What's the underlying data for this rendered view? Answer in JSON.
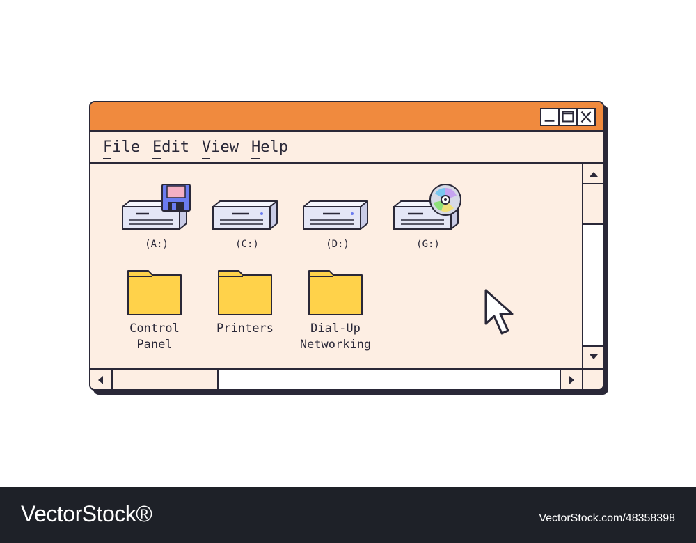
{
  "window": {
    "controls": {
      "minimize": "minimize-icon",
      "maximize": "maximize-icon",
      "close": "close-icon"
    }
  },
  "menu": {
    "items": [
      {
        "label": "File"
      },
      {
        "label": "Edit"
      },
      {
        "label": "View"
      },
      {
        "label": "Help"
      }
    ]
  },
  "drives": [
    {
      "label": "(A:)",
      "icon": "floppy-drive-icon"
    },
    {
      "label": "(C:)",
      "icon": "hard-drive-icon"
    },
    {
      "label": "(D:)",
      "icon": "hard-drive-icon"
    },
    {
      "label": "(G:)",
      "icon": "cd-drive-icon"
    }
  ],
  "folders": [
    {
      "label": "Control\nPanel",
      "icon": "folder-icon"
    },
    {
      "label": "Printers",
      "icon": "folder-icon"
    },
    {
      "label": "Dial-Up\nNetworking",
      "icon": "folder-icon"
    }
  ],
  "colors": {
    "titlebar": "#f08a3e",
    "window_bg": "#fdeee3",
    "outline": "#2a2838",
    "folder": "#ffd24a",
    "drive": "#e4e6f6",
    "floppy": "#6b7cf0"
  },
  "watermark": {
    "brand": "VectorStock®",
    "id": "VectorStock.com/48358398"
  }
}
